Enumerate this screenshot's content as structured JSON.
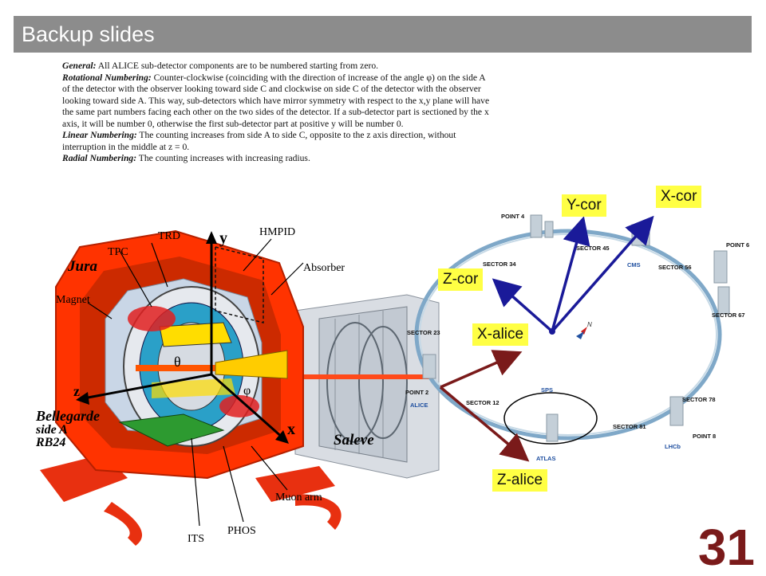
{
  "slide": {
    "title": "Backup slides",
    "number": "31"
  },
  "rules": [
    {
      "head": "General:",
      "text": " All ALICE sub-detector components are to be numbered starting from zero."
    },
    {
      "head": "Rotational Numbering:",
      "text": " Counter-clockwise (coinciding with the direction of increase of the angle φ) on the side A of the detector with the observer looking toward side C and clockwise on side C of the detector with the observer looking toward side A. This way, sub-detectors which have mirror symmetry with respect to the x,y plane will have the same part numbers facing each other on the two sides of the detector. If a sub-detector part is sectioned by the x axis, it will be number 0, otherwise the first sub-detector part at positive y will be number 0."
    },
    {
      "head": "Linear Numbering:",
      "text": " The counting increases from side A to side C, opposite to the z axis direction, without interruption in the middle at z = 0."
    },
    {
      "head": "Radial Numbering:",
      "text": " The counting increases with increasing radius."
    }
  ],
  "detector": {
    "labels": {
      "trd": "TRD",
      "tpc": "TPC",
      "y": "y",
      "hmpid": "HMPID",
      "jura": "Jura",
      "absorber": "Absorber",
      "magnet": "Magnet",
      "theta": "θ",
      "phi": "φ",
      "z": "z",
      "x": "x",
      "bellegarde": "Bellegarde",
      "side": "side A",
      "rb": "RB24",
      "saleve": "Saleve",
      "muon": "Muon arm",
      "phos": "PHOS",
      "its": "ITS"
    }
  },
  "ring": {
    "labels": {
      "point4": "POINT 4",
      "sector45": "SECTOR 45",
      "cms": "CMS",
      "sector56": "SECTOR 56",
      "point6": "POINT 6",
      "sector34": "SECTOR 34",
      "sector67": "SECTOR 67",
      "sector23": "SECTOR 23",
      "point2": "POINT 2",
      "alice": "ALICE",
      "sector12": "SECTOR 12",
      "sps": "SPS",
      "sector78": "SECTOR 78",
      "sector81": "SECTOR 81",
      "point8": "POINT 8",
      "lhcb": "LHCb",
      "atlas": "ATLAS",
      "north": "N"
    }
  },
  "axes": {
    "x_cor": "X-cor",
    "y_cor": "Y-cor",
    "z_cor": "Z-cor",
    "x_alice": "X-alice",
    "z_alice": "Z-alice"
  },
  "colors": {
    "title_bar": "#8c8c8c",
    "slide_number": "#7a1a1a",
    "label_bg": "#ffff44",
    "cor_arrow": "#1a1a99",
    "alice_arrow": "#7a1a1a",
    "magnet": "#ff3300",
    "ring": "#7fa8c8"
  }
}
